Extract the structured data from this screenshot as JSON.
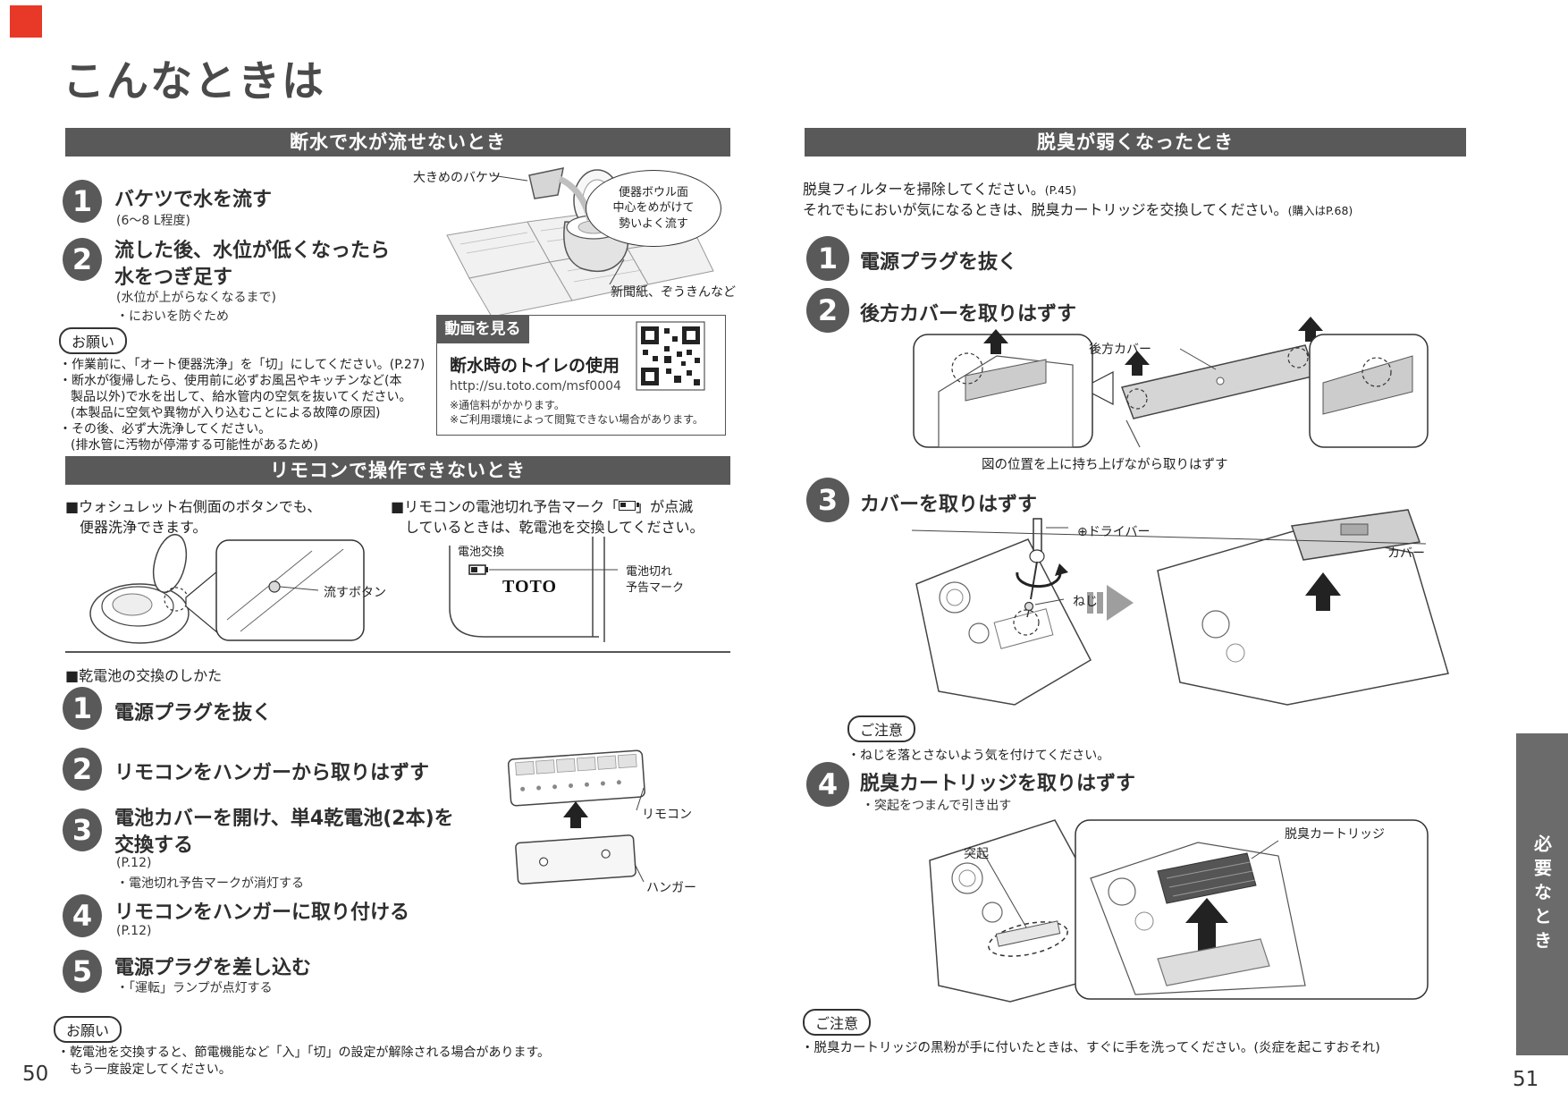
{
  "colors": {
    "header_bar": "#595959",
    "step_circle": "#595959",
    "side_tab": "#6b6b6b",
    "corner_mark": "#e83828"
  },
  "left_page": {
    "page_number": "50",
    "title": "こんなときは",
    "water_outage": {
      "header": "断水で水が流せないとき",
      "step1_num": "1",
      "step1_title": "バケツで水を流す",
      "step1_note": "(6〜8 L程度)",
      "step2_num": "2",
      "step2_title_line1": "流した後、水位が低くなったら",
      "step2_title_line2": "水をつぎ足す",
      "step2_note1": "(水位が上がらなくなるまで)",
      "step2_note2": "・においを防ぐため",
      "illustration": {
        "bucket_label": "大きめのバケツ",
        "bubble_line1": "便器ボウル面",
        "bubble_line2": "中心をめがけて",
        "bubble_line3": "勢いよく流す",
        "newspaper_label": "新聞紙、ぞうきんなど"
      },
      "request": {
        "label": "お願い",
        "lines": [
          "・作業前に、「オート便器洗浄」を「切」にしてください。(P.27)",
          "・断水が復帰したら、使用前に必ずお風呂やキッチンなど(本",
          "製品以外)で水を出して、給水管内の空気を抜いてください。",
          "(本製品に空気や異物が入り込むことによる故障の原因)",
          "・その後、必ず大洗浄してください。",
          "(排水管に汚物が停滞する可能性があるため)"
        ]
      },
      "video": {
        "tab": "動画を見る",
        "title": "断水時のトイレの使用",
        "url": "http://su.toto.com/msf0004",
        "note1": "※通信料がかかります。",
        "note2": "※ご利用環境によって閲覧できない場合があります。"
      }
    },
    "remote_trouble": {
      "header": "リモコンで操作できないとき",
      "left_note_line1": "■ウォシュレット右側面のボタンでも、",
      "left_note_line2": "便器洗浄できます。",
      "flush_button_label": "流すボタン",
      "right_note_pre": "■リモコンの電池切れ予告マーク「",
      "right_note_post": "」が点滅",
      "right_note_line2": "しているときは、乾電池を交換してください。",
      "battery_exchange_label": "電池交換",
      "battery_warn_label_line1": "電池切れ",
      "battery_warn_label_line2": "予告マーク",
      "logo": "TOTO",
      "replace_heading": "■乾電池の交換のしかた",
      "step1_num": "1",
      "step1_title": "電源プラグを抜く",
      "step2_num": "2",
      "step2_title": "リモコンをハンガーから取りはずす",
      "step3_num": "3",
      "step3_title_line1": "電池カバーを開け、単4乾電池(2本)を",
      "step3_title_line2": "交換する",
      "step3_note1": "(P.12)",
      "step3_note2": "・電池切れ予告マークが消灯する",
      "step4_num": "4",
      "step4_title": "リモコンをハンガーに取り付ける",
      "step4_note1": "(P.12)",
      "step5_num": "5",
      "step5_title": "電源プラグを差し込む",
      "step5_note1": "・「運転」ランプが点灯する",
      "remote_label": "リモコン",
      "hanger_label": "ハンガー",
      "request": {
        "label": "お願い",
        "lines": [
          "・乾電池を交換すると、節電機能など「入」「切」の設定が解除される場合があります。",
          "もう一度設定してください。"
        ]
      }
    }
  },
  "right_page": {
    "page_number": "51",
    "deodorizer": {
      "header": "脱臭が弱くなったとき",
      "intro1_main": "脱臭フィルターを掃除してください。",
      "intro1_ref": "(P.45)",
      "intro2_main": "それでもにおいが気になるときは、脱臭カートリッジを交換してください。",
      "intro2_ref": "(購入はP.68)",
      "step1_num": "1",
      "step1_title": "電源プラグを抜く",
      "step2_num": "2",
      "step2_title": "後方カバーを取りはずす",
      "rear_cover_label": "後方カバー",
      "step2_caption": "図の位置を上に持ち上げながら取りはずす",
      "step3_num": "3",
      "step3_title": "カバーを取りはずす",
      "driver_label": "⊕ドライバー",
      "screw_label": "ねじ",
      "cover_label": "カバー",
      "caution1": {
        "label": "ご注意",
        "line": "・ねじを落とさないよう気を付けてください。"
      },
      "step4_num": "4",
      "step4_title": "脱臭カートリッジを取りはずす",
      "step4_note": "・突起をつまんで引き出す",
      "tab_label": "突起",
      "cartridge_label": "脱臭カートリッジ",
      "caution2": {
        "label": "ご注意",
        "line": "・脱臭カートリッジの黒粉が手に付いたときは、すぐに手を洗ってください。(炎症を起こすおそれ)"
      }
    },
    "side_tab": "必要なとき"
  }
}
